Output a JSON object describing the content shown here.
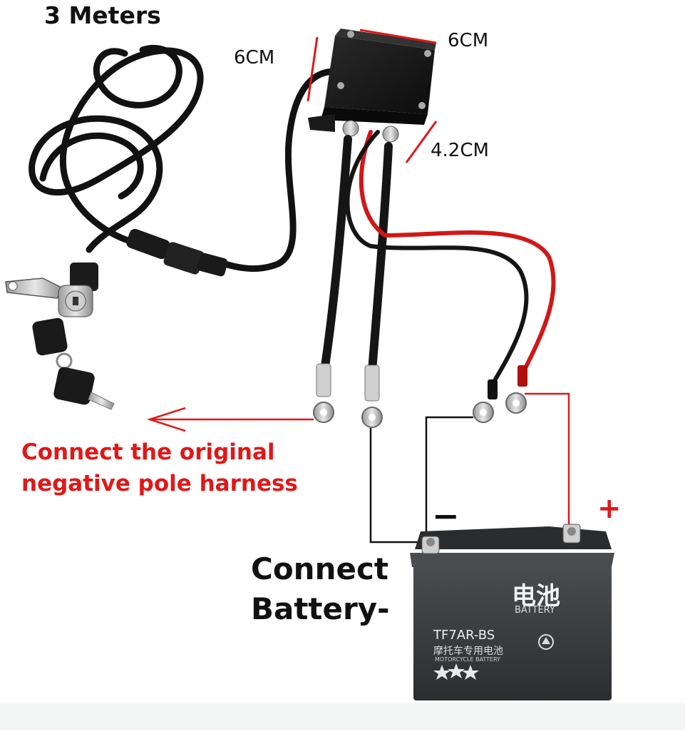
{
  "title": "3 Meters",
  "dimensions": {
    "box_width": "6CM",
    "box_depth": "6CM",
    "box_height": "4.2CM"
  },
  "instructions": {
    "negative_harness_line1": "Connect the original",
    "negative_harness_line2": "negative pole harness",
    "battery_line1": "Connect",
    "battery_line2": "Battery-"
  },
  "battery": {
    "negative_symbol": "−",
    "positive_symbol": "+",
    "brand": "电池",
    "brand_sub": "BATTERY",
    "model": "TF7AR-BS",
    "subtitle_cn": "摩托车专用电池",
    "subtitle_en": "MOTORCYCLE BATTERY"
  },
  "colors": {
    "wire_red": "#d01818",
    "wire_black": "#151515",
    "annotation_red": "#e01818",
    "battery_body": "#3a3d40"
  },
  "icons": [
    "key-icon",
    "recycle-icon",
    "star-icon"
  ]
}
